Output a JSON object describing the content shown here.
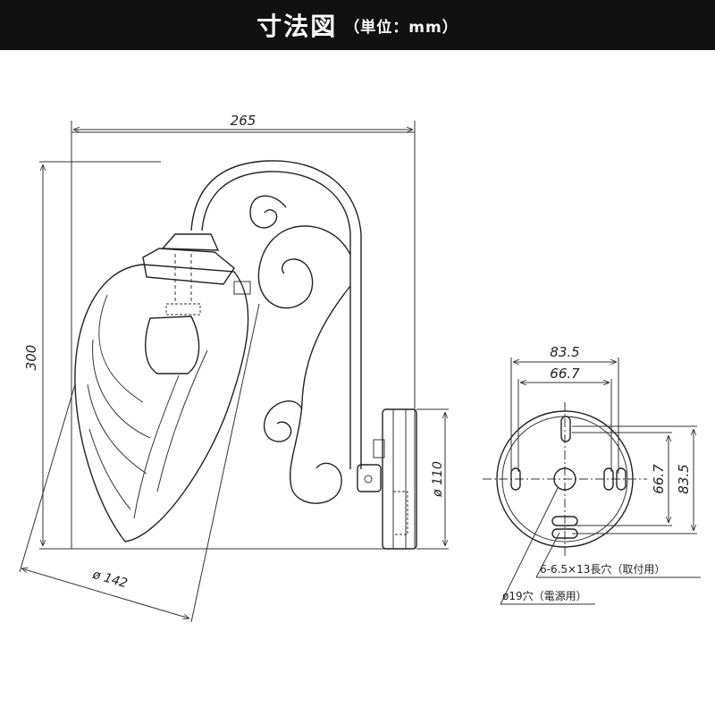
{
  "header": {
    "title": "寸法図",
    "unit": "（単位：mm）"
  },
  "dimensions": {
    "width_total": "265",
    "height_total": "300",
    "shade_diameter": "ø 142",
    "base_diameter": "ø 110",
    "plate_outer_h": "83.5",
    "plate_inner_h": "66.7",
    "plate_inner_v": "66.7",
    "plate_outer_v": "83.5",
    "mount_holes": "6-6.5×13長穴（取付用）",
    "power_hole": "ø19穴（電源用）"
  }
}
